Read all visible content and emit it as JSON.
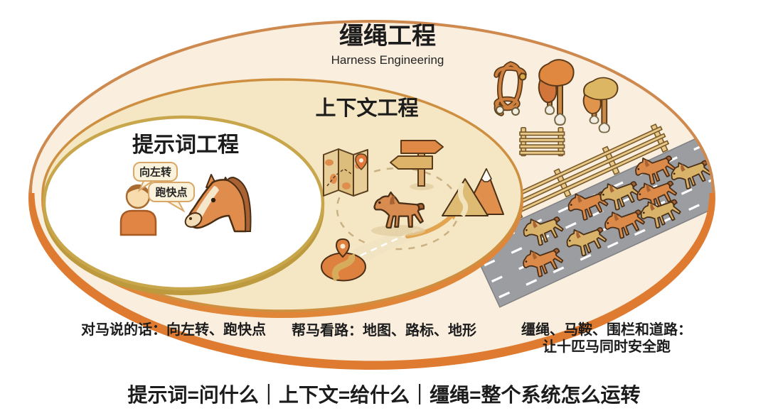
{
  "zones": {
    "harness": {
      "title": "缰绳工程",
      "subtitle": "Harness Engineering",
      "caption_line1": "缰绳、马鞍、围栏和道路：",
      "caption_line2": "让十匹马同时安全跑",
      "road_horses_count": 10
    },
    "context": {
      "title": "上下文工程",
      "caption": "帮马看路：地图、路标、地形"
    },
    "prompt": {
      "title": "提示词工程",
      "caption": "对马说的话：向左转、跑快点",
      "bubble1": "向左转",
      "bubble2": "跑快点"
    }
  },
  "tagline": "提示词=问什么｜上下文=给什么｜缰绳=整个系统怎么运转",
  "colors": {
    "background": "#FFFFFF",
    "outer_fill": "#FAEEDF",
    "outer_stroke": "#CE8A4E",
    "outer_rim": "#DF7B30",
    "middle_fill": "#F5E7C4",
    "middle_stroke": "#CE9040",
    "middle_rim": "#E08638",
    "inner_fill": "#FFFFFF",
    "inner_stroke": "#C8A64B",
    "inner_rim": "#BE9A3E",
    "horse_orange": "#DC8A4A",
    "horse_tan": "#D9B36A",
    "road_gray": "#9B9DA0",
    "lane_marking": "#FFFFFF",
    "fence_tan": "#E9C987",
    "text_dark": "#1C1C1C"
  },
  "icons": {
    "prompt_scene": [
      "person-icon",
      "speech-bubble",
      "speech-bubble",
      "horse-head-icon"
    ],
    "context_scene": [
      "map-icon",
      "signpost-icon",
      "walking-horse-icon",
      "mountains-icon",
      "location-pin-icon",
      "terrain-icon",
      "dashed-route-circle",
      "route-arrow-icon"
    ],
    "harness_scene": [
      "bridle-icon",
      "saddle-icon",
      "saddle-icon",
      "fence-icon",
      "road",
      "roadside-fence",
      "road-horse-icons"
    ]
  }
}
